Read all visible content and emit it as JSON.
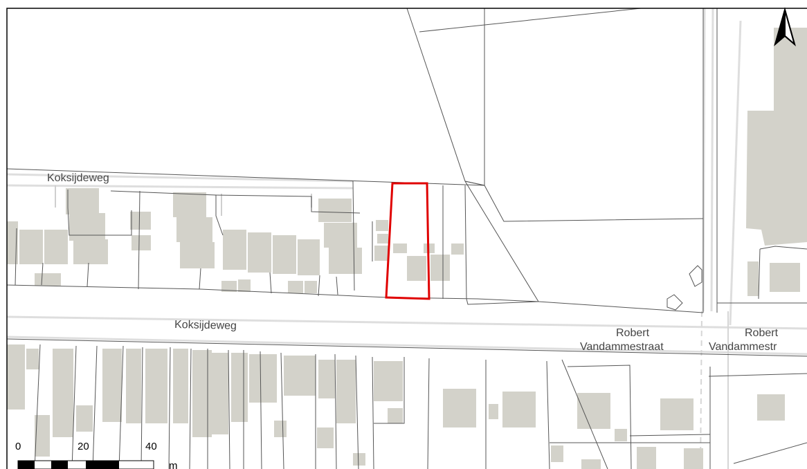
{
  "map": {
    "street_labels": {
      "koksijdeweg_north": "Koksijdeweg",
      "koksijdeweg_south": "Koksijdeweg",
      "robert_vandamme_1_line1": "Robert",
      "robert_vandamme_1_line2": "Vandammestraat",
      "robert_vandamme_2_line1": "Robert",
      "robert_vandamme_2_line2": "Vandammestr"
    },
    "scale_bar": {
      "ticks": [
        "0",
        "20",
        "40"
      ],
      "unit": "m"
    },
    "north_arrow_icon": "north-arrow-icon",
    "colors": {
      "building": "#d3d2ca",
      "parcel_line": "#555555",
      "road_line": "#d6d6d6",
      "highlight": "#e00000"
    }
  }
}
